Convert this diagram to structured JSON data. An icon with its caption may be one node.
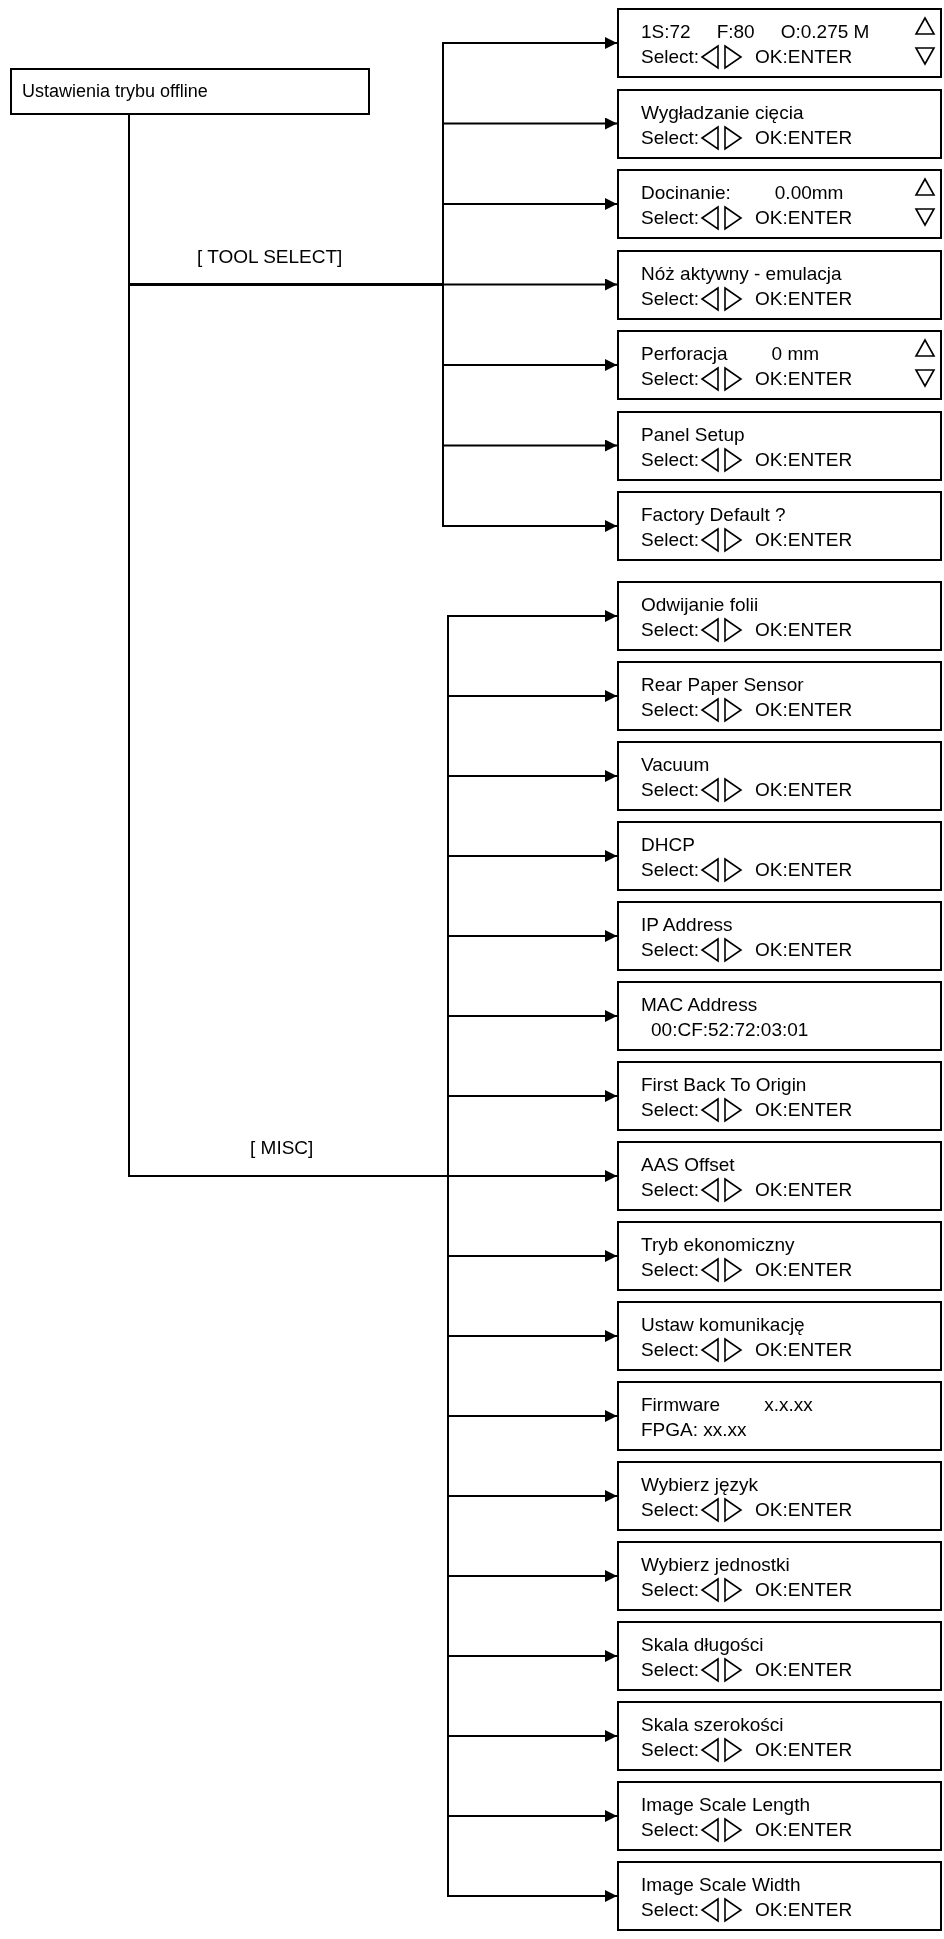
{
  "diagram": {
    "nodes": [
      {
        "text": [
          "Ustawienia trybu offline"
        ]
      },
      {
        "text": [
          "1S:72",
          "F:80",
          "O:0.275 M",
          "Select:",
          "OK:ENTER"
        ]
      },
      {
        "text": [
          "Wygładzanie cięcia",
          "Select:",
          "OK:ENTER"
        ]
      },
      {
        "text": [
          "Docinanie:",
          "0.00mm",
          "Select:",
          "OK:ENTER"
        ]
      },
      {
        "text": [
          "Nóż aktywny - emulacja",
          "Select:",
          "OK:ENTER"
        ]
      },
      {
        "text": [
          "Perforacja",
          "0 mm",
          "Select:",
          "OK:ENTER"
        ]
      },
      {
        "text": [
          "Panel Setup",
          "Select:",
          "OK:ENTER"
        ]
      },
      {
        "text": [
          "Factory Default ?",
          "Select:",
          "OK:ENTER"
        ]
      },
      {
        "text": [
          "Odwijanie folii",
          "Select:",
          "OK:ENTER"
        ]
      },
      {
        "text": [
          "Rear Paper Sensor",
          "Select:",
          "OK:ENTER"
        ]
      },
      {
        "text": [
          "Vacuum",
          "Select:",
          "OK:ENTER"
        ]
      },
      {
        "text": [
          "DHCP",
          "Select:",
          "OK:ENTER"
        ]
      },
      {
        "text": [
          "IP Address",
          "Select:",
          "OK:ENTER"
        ]
      },
      {
        "text": [
          "MAC Address",
          "00:CF:52:72:03:01"
        ]
      },
      {
        "text": [
          "First Back To Origin",
          "Select:",
          "OK:ENTER"
        ]
      },
      {
        "text": [
          "AAS Offset",
          "Select:",
          "OK:ENTER"
        ]
      },
      {
        "text": [
          "Tryb ekonomiczny",
          "Select:",
          "OK:ENTER"
        ]
      },
      {
        "text": [
          "Ustaw komunikację",
          "Select:",
          "OK:ENTER"
        ]
      },
      {
        "text": [
          "Firmware",
          "x.x.xx",
          "FPGA: xx.xx"
        ]
      },
      {
        "text": [
          "Wybierz język",
          "Select:",
          "OK:ENTER"
        ]
      },
      {
        "text": [
          "Wybierz jednostki",
          "Select:",
          "OK:ENTER"
        ]
      },
      {
        "text": [
          "Skala długości",
          "Select:",
          "OK:ENTER"
        ]
      },
      {
        "text": [
          "Skala szerokości",
          "Select:",
          "OK:ENTER"
        ]
      },
      {
        "text": [
          "Image Scale Length",
          "Select:",
          "OK:ENTER"
        ]
      },
      {
        "text": [
          "Image Scale Width",
          "Select:",
          "OK:ENTER"
        ]
      }
    ],
    "edges": [
      {
        "from": 0,
        "to": 1,
        "arrow": "to"
      },
      {
        "from": 0,
        "to": 2,
        "arrow": "to"
      },
      {
        "from": 0,
        "to": 3,
        "arrow": "to"
      },
      {
        "from": 0,
        "to": 4,
        "arrow": "to",
        "label": "[ TOOL SELECT]"
      },
      {
        "from": 0,
        "to": 5,
        "arrow": "to"
      },
      {
        "from": 0,
        "to": 6,
        "arrow": "to"
      },
      {
        "from": 0,
        "to": 7,
        "arrow": "to"
      },
      {
        "from": 0,
        "to": 8,
        "arrow": "to"
      },
      {
        "from": 0,
        "to": 9,
        "arrow": "to"
      },
      {
        "from": 0,
        "to": 10,
        "arrow": "to"
      },
      {
        "from": 0,
        "to": 11,
        "arrow": "to"
      },
      {
        "from": 0,
        "to": 12,
        "arrow": "to"
      },
      {
        "from": 0,
        "to": 13,
        "arrow": "to"
      },
      {
        "from": 0,
        "to": 14,
        "arrow": "to"
      },
      {
        "from": 0,
        "to": 15,
        "arrow": "to",
        "label": "[ MISC]"
      },
      {
        "from": 0,
        "to": 16,
        "arrow": "to"
      },
      {
        "from": 0,
        "to": 17,
        "arrow": "to"
      },
      {
        "from": 0,
        "to": 18,
        "arrow": "to"
      },
      {
        "from": 0,
        "to": 19,
        "arrow": "to"
      },
      {
        "from": 0,
        "to": 20,
        "arrow": "to"
      },
      {
        "from": 0,
        "to": 21,
        "arrow": "to"
      },
      {
        "from": 0,
        "to": 22,
        "arrow": "to"
      },
      {
        "from": 0,
        "to": 23,
        "arrow": "to"
      },
      {
        "from": 0,
        "to": 24,
        "arrow": "to"
      }
    ]
  }
}
